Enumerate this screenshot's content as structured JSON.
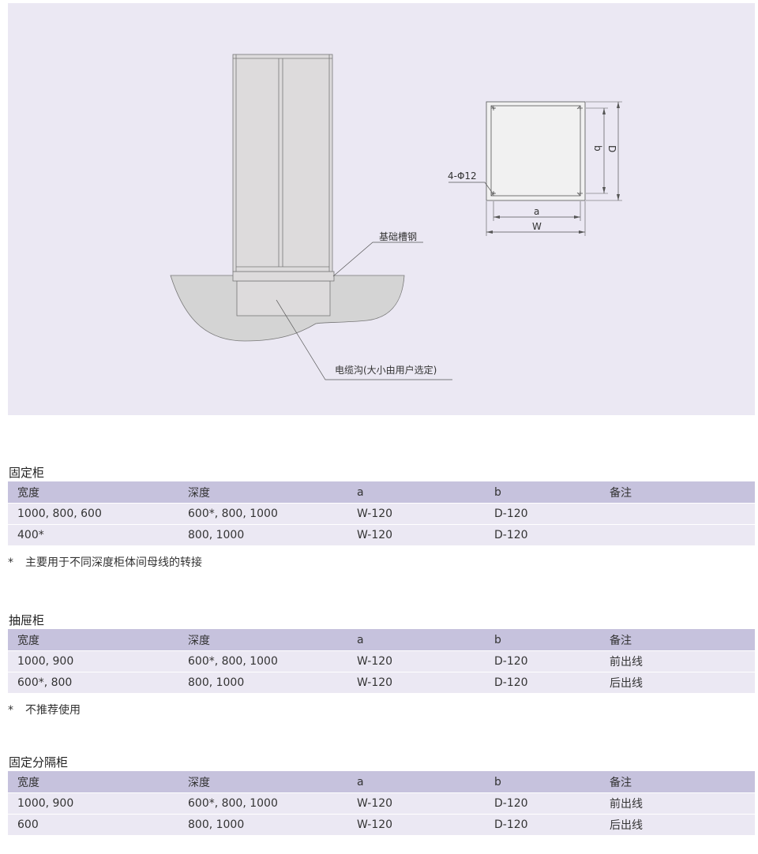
{
  "diagram": {
    "label_channel_steel": "基础槽钢",
    "label_cable_trench": "电缆沟(大小由用户选定)",
    "label_holes": "4-Φ12",
    "label_a": "a",
    "label_b": "b",
    "label_W": "W",
    "label_D": "D"
  },
  "columns": [
    "宽度",
    "深度",
    "a",
    "b",
    "备注"
  ],
  "tables": [
    {
      "title": "固定柜",
      "rows": [
        [
          "1000, 800, 600",
          "600*, 800, 1000",
          "W-120",
          "D-120",
          ""
        ],
        [
          "400*",
          "800, 1000",
          "W-120",
          "D-120",
          ""
        ]
      ],
      "note_mark": "*",
      "note": "主要用于不同深度柜体间母线的转接"
    },
    {
      "title": "抽屉柜",
      "rows": [
        [
          "1000, 900",
          "600*, 800, 1000",
          "W-120",
          "D-120",
          "前出线"
        ],
        [
          "600*, 800",
          "800, 1000",
          "W-120",
          "D-120",
          "后出线"
        ]
      ],
      "note_mark": "*",
      "note": "不推荐使用"
    },
    {
      "title": "固定分隔柜",
      "rows": [
        [
          "1000, 900",
          "600*, 800, 1000",
          "W-120",
          "D-120",
          "前出线"
        ],
        [
          "600",
          "800, 1000",
          "W-120",
          "D-120",
          "后出线"
        ]
      ]
    }
  ],
  "colors": {
    "figure_bg": "#ebe8f3",
    "header_bg": "#c6c2dd",
    "row_bg": "#ebe8f3",
    "cabinet_fill": "#dddbdc",
    "ground_fill": "#d4d4d4"
  }
}
